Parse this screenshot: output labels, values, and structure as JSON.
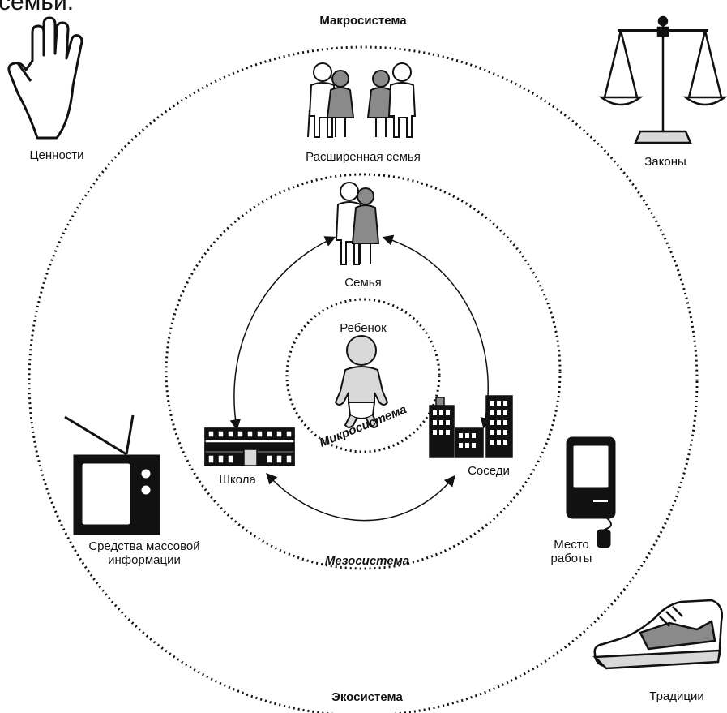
{
  "header_fragment": "семьи.",
  "systems": {
    "macro": "Макросистема",
    "meso": "Мезосистема",
    "micro": "Микросистема",
    "exo": "Экосистема"
  },
  "nodes": {
    "child": "Ребенок",
    "family": "Семья",
    "school": "Школа",
    "neighbors": "Соседи",
    "extended_family": "Расширенная семья",
    "workplace": "Место работы",
    "mass_media": "Средства массовой информации",
    "values": "Ценности",
    "laws": "Законы",
    "traditions": "Традиции"
  },
  "icons": {
    "values": "hand-icon",
    "laws": "scales-icon",
    "traditions": "sneaker-icon",
    "mass_media": "tv-icon",
    "workplace": "computer-mouse-icon",
    "extended_family": "extended-family-icon",
    "family": "family-couple-icon",
    "child": "baby-icon",
    "school": "school-building-icon",
    "neighbors": "city-buildings-icon"
  },
  "colors": {
    "ink": "#111111",
    "gray_fill": "#8a8a8a",
    "light_fill": "#d9d9d9",
    "background": "#ffffff"
  }
}
